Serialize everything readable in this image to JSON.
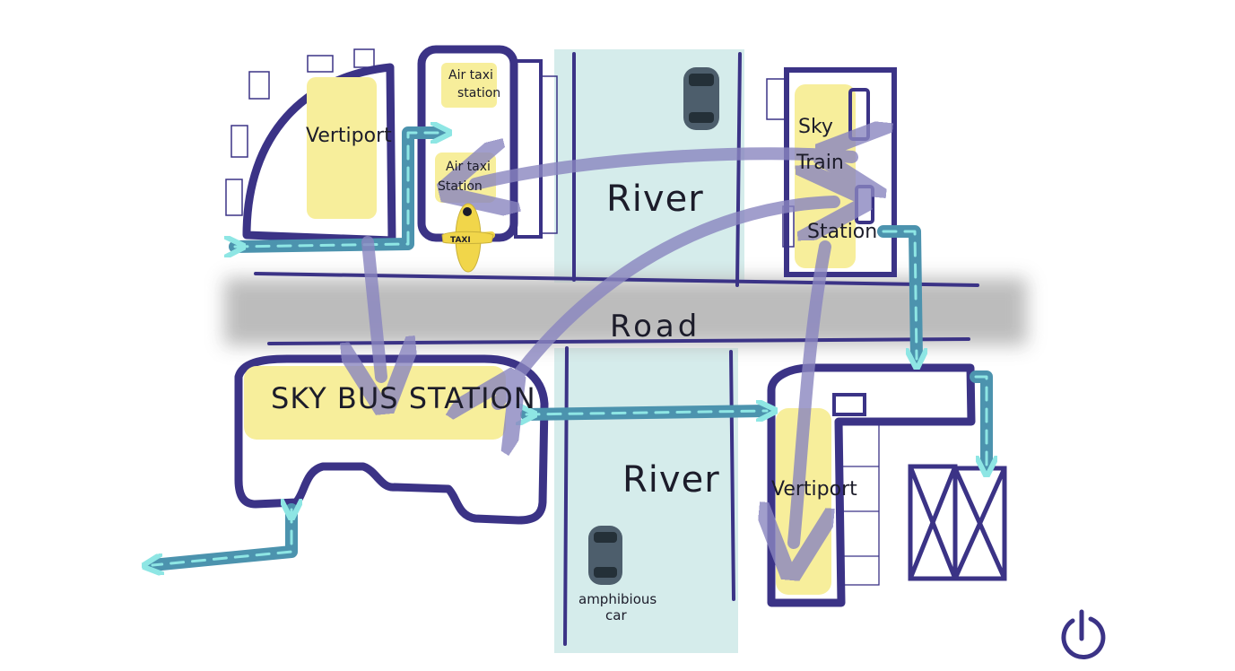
{
  "labels": {
    "vertiport_top": "Vertiport",
    "air_taxi_station_1": [
      "Air taxi",
      "station"
    ],
    "air_taxi_station_2": [
      "Air taxi",
      "Station"
    ],
    "taxi_tag": "TAXI",
    "river_top": "River",
    "river_bottom": "River",
    "road": "Road",
    "sky_train_station": [
      "Sky",
      "Train",
      "Station"
    ],
    "sky_bus_station": "SKY BUS STATION",
    "vertiport_bottom": "Vertiport",
    "amphibious_car": [
      "amphibious",
      "car"
    ]
  },
  "colors": {
    "building_outline": "#3b3386",
    "station_fill": "#f7ee9b",
    "river": "#d5eceb",
    "road": "#b9b9b9",
    "route_arrow": "#8a86c0",
    "walk_path": "#4c93ae",
    "walk_dash": "#8ee6e4",
    "vehicle": "#4d5e6c",
    "air_taxi": "#f1d64a"
  },
  "icons": {
    "power": "power-icon",
    "air_taxi": "air-taxi-icon",
    "car": "car-icon"
  }
}
